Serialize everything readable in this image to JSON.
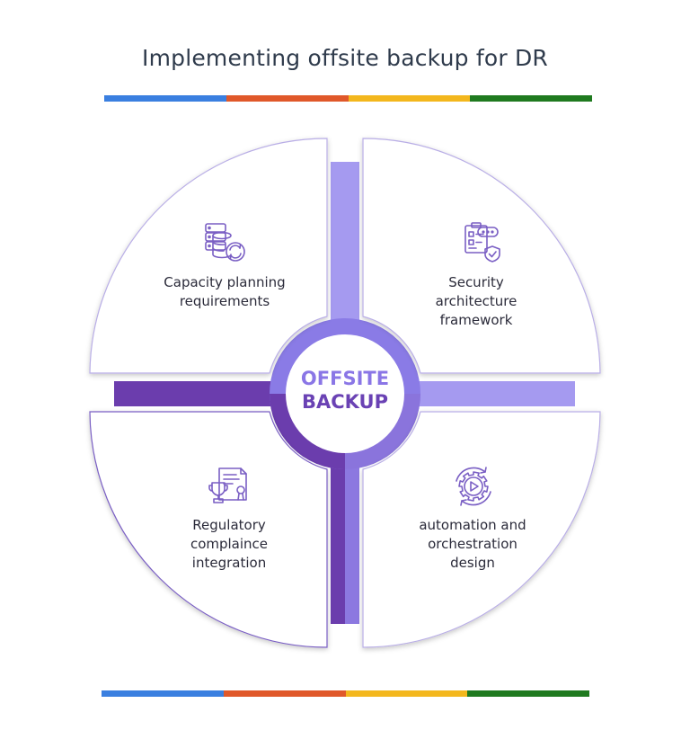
{
  "title": "Implementing offsite backup for DR",
  "colors": {
    "bar": [
      "#3a7fe0",
      "#e0582a",
      "#f3b71d",
      "#1f7a1f"
    ],
    "icon": "#7a5fc4",
    "cross_light": "#a59af0",
    "cross_dark": "#6c3fb0"
  },
  "center": {
    "line1": "OFFSITE",
    "line2": "BACKUP"
  },
  "quadrants": {
    "top_left": {
      "icon": "database-sync-icon",
      "lines": [
        "Capacity planning",
        "requirements"
      ]
    },
    "top_right": {
      "icon": "security-checklist-icon",
      "lines": [
        "Security",
        "architecture",
        "framework"
      ]
    },
    "bottom_left": {
      "icon": "compliance-certificate-icon",
      "lines": [
        "Regulatory",
        "complaince",
        "integration"
      ]
    },
    "bottom_right": {
      "icon": "automation-gear-icon",
      "lines": [
        "automation and",
        "orchestration",
        "design"
      ]
    }
  }
}
